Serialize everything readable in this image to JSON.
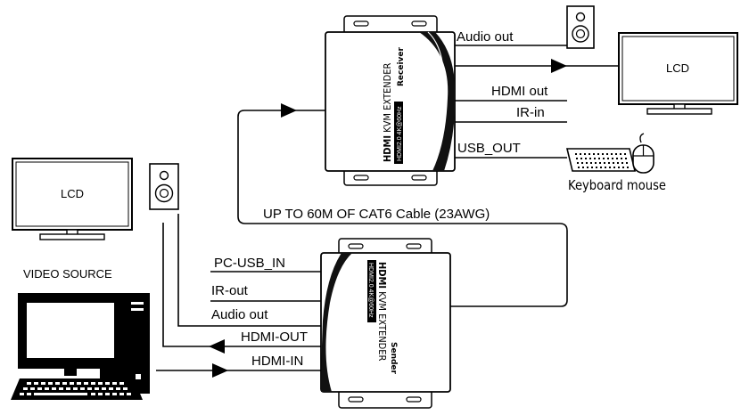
{
  "receiver": {
    "title_bold": "HDMI",
    "title_rest": " KVM EXTENDER",
    "role": "Receiver",
    "spec": "HDMI2.0   4K@60Hz",
    "ports": {
      "audio_out": "Audio out",
      "hdmi_out": "HDMI out",
      "ir_in": "IR-in",
      "usb_out": "USB_OUT"
    }
  },
  "sender": {
    "title_bold": "HDMI",
    "title_rest": " KVM EXTENDER",
    "role": "Sender",
    "spec": "HDMI2.0   4K@60Hz",
    "ports": {
      "pc_usb_in": "PC-USB_IN",
      "ir_out": "IR-out",
      "audio_out": "Audio out",
      "hdmi_out": "HDMI-OUT",
      "hdmi_in": "HDMI-IN"
    }
  },
  "cable_label": "UP TO 60M OF CAT6 Cable (23AWG)",
  "monitor_remote_label": "LCD",
  "monitor_local_label": "LCD",
  "keyboard_mouse_label": "Keyboard mouse",
  "video_source_label": "VIDEO SOURCE"
}
